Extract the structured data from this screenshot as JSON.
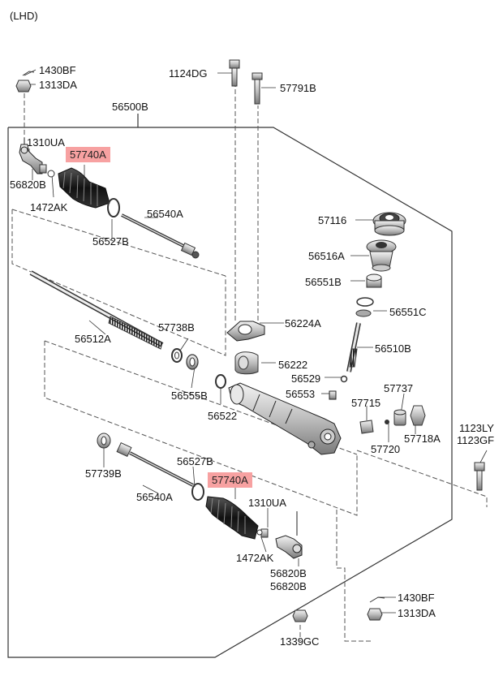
{
  "header": {
    "variant": "(LHD)"
  },
  "colors": {
    "highlight": "#f7a1a1",
    "line": "#333333",
    "dash": "#555555"
  },
  "labels": {
    "l1430BF_top": "1430BF",
    "l1313DA_top": "1313DA",
    "l1124DG": "1124DG",
    "l57791B": "57791B",
    "l56500B": "56500B",
    "l1310UA_top": "1310UA",
    "l57740A_top": "57740A",
    "l56820B_top": "56820B",
    "l1472AK_top": "1472AK",
    "l56540A_top": "56540A",
    "l56527B_top": "56527B",
    "l57116": "57116",
    "l56516A": "56516A",
    "l56551B": "56551B",
    "l56551C": "56551C",
    "l56224A": "56224A",
    "l56512A": "56512A",
    "l57738B": "57738B",
    "l56510B": "56510B",
    "l56222": "56222",
    "l56529": "56529",
    "l56555B": "56555B",
    "l56522": "56522",
    "l56553": "56553",
    "l57737": "57737",
    "l57715": "57715",
    "l57718A": "57718A",
    "l57720": "57720",
    "l1123LY": "1123LY",
    "l1123GF": "1123GF",
    "l57739B": "57739B",
    "l56527B_bot": "56527B",
    "l56540A_bot": "56540A",
    "l57740A_bot": "57740A",
    "l1310UA_bot": "1310UA",
    "l1472AK_bot": "1472AK",
    "l56820B_bot1": "56820B",
    "l56820B_bot2": "56820B",
    "l1430BF_bot": "1430BF",
    "l1313DA_bot": "1313DA",
    "l1339GC": "1339GC"
  }
}
